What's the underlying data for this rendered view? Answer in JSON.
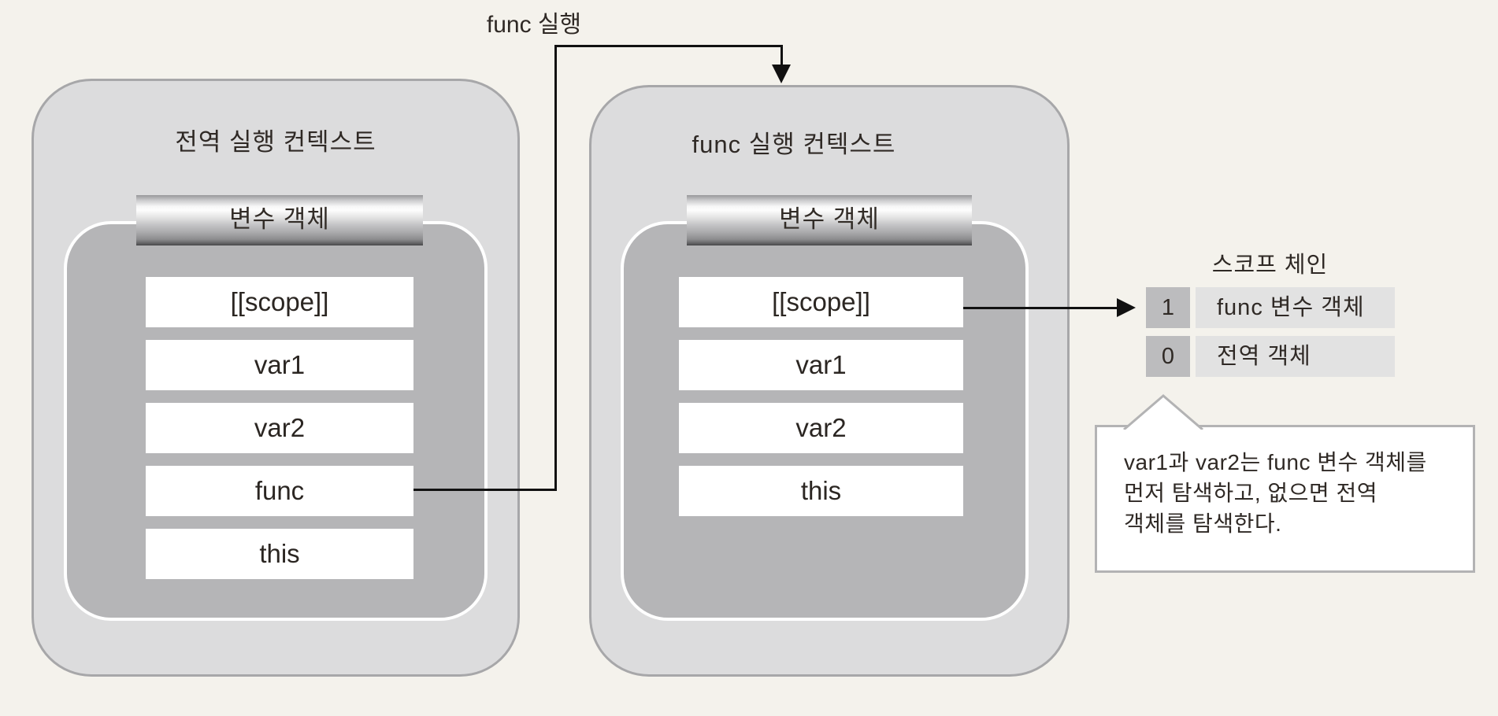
{
  "diagram": {
    "description_topic": "execution-context-scope-chain"
  },
  "top_arrow": {
    "label": "func 실행"
  },
  "contexts": [
    {
      "id": "global",
      "title": "전역 실행 컨텍스트",
      "bar_label": "변수 객체",
      "slots": [
        "[[scope]]",
        "var1",
        "var2",
        "func",
        "this"
      ]
    },
    {
      "id": "func",
      "title": "func 실행 컨텍스트",
      "bar_label": "변수 객체",
      "slots": [
        "[[scope]]",
        "var1",
        "var2",
        "this"
      ]
    }
  ],
  "scope_chain": {
    "title": "스코프 체인",
    "rows": [
      {
        "index": "1",
        "label": "func 변수 객체"
      },
      {
        "index": "0",
        "label": "전역 객체"
      }
    ]
  },
  "note": {
    "lines": [
      "var1과 var2는 func 변수 객체를",
      "먼저 탐색하고, 없으면 전역",
      "객체를 탐색한다."
    ]
  },
  "colors": {
    "background": "#f4f2ec",
    "context_fill": "#dcdcdd",
    "context_border": "#a7a7a9",
    "inner_fill": "#b5b5b7",
    "inner_outline": "#ffffff",
    "slot_fill": "#ffffff",
    "bar_gradient_top": "#98989a",
    "bar_gradient_highlight": "#fdfdfd",
    "bar_gradient_bottom": "#474749",
    "line": "#111111",
    "text": "#2f2925",
    "scope_index_cell": "#bcbcbe",
    "scope_label_cell": "#e2e2e2",
    "bubble_border": "#b3b3b4"
  }
}
